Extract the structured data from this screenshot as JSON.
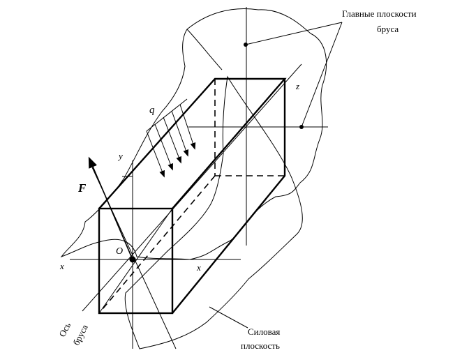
{
  "labels": {
    "main_planes_line1": "Главные плоскости",
    "main_planes_line2": "бруса",
    "force_plane_line1": "Силовая",
    "force_plane_line2": "плоскость",
    "beam_axis_line1": "Ось",
    "beam_axis_line2": "бруса",
    "force": "F",
    "distributed_load": "q",
    "origin": "O",
    "axis_x_left": "x",
    "axis_x_right": "x",
    "axis_y": "y",
    "axis_z": "z"
  },
  "colors": {
    "ink": "#000000",
    "background": "#ffffff"
  }
}
